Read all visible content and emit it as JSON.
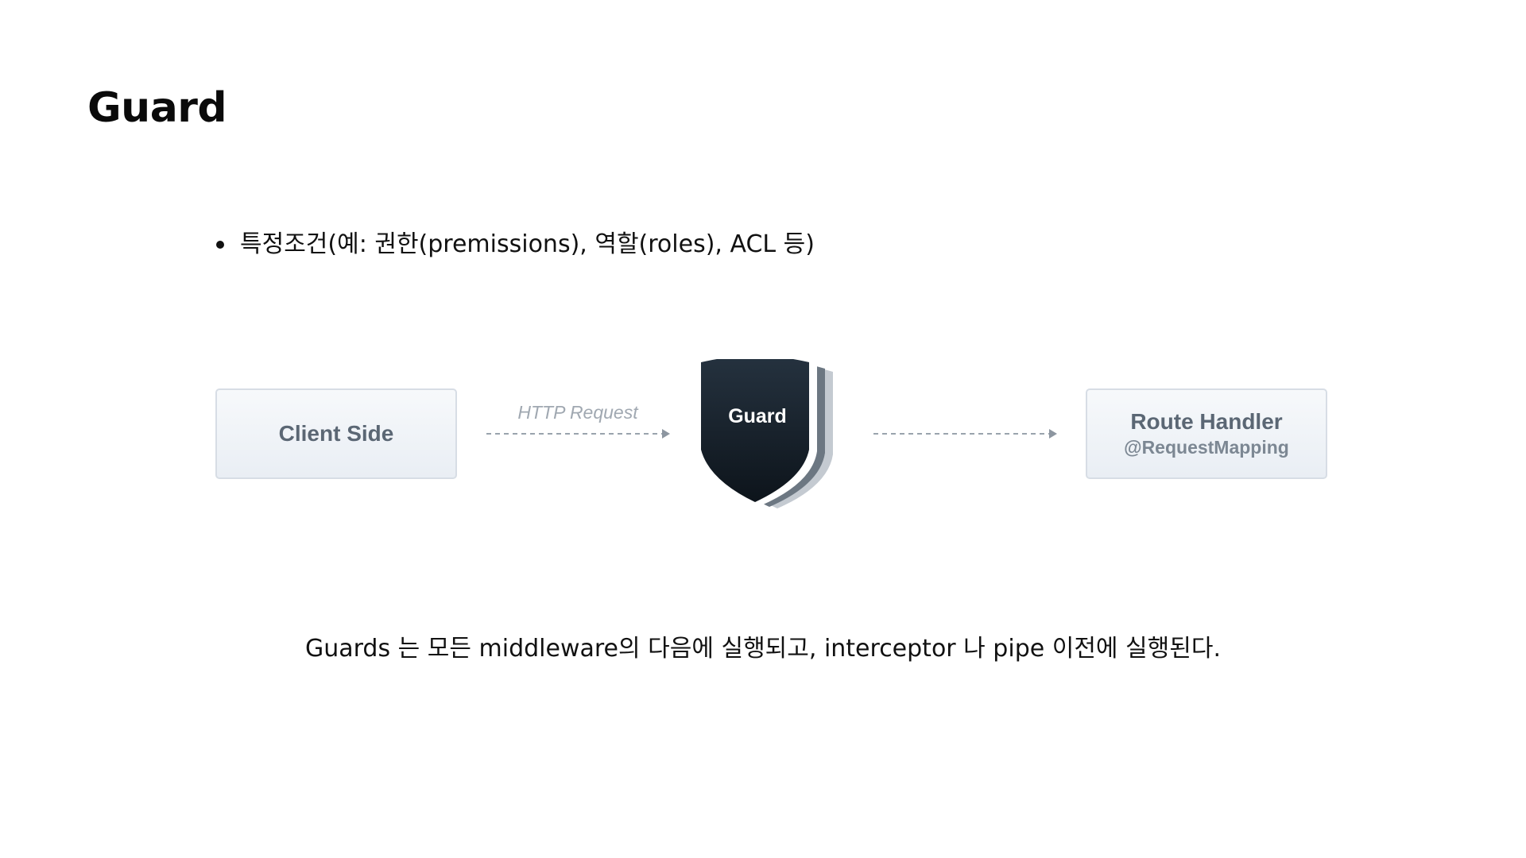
{
  "slide": {
    "title": "Guard",
    "bullets": [
      "특정조건(예: 권한(premissions), 역할(roles), ACL 등)"
    ],
    "caption": "Guards 는 모든 middleware의 다음에 실행되고, interceptor 나 pipe 이전에 실행된다."
  },
  "diagram": {
    "client_label": "Client Side",
    "arrow_label": "HTTP Request",
    "guard_label": "Guard",
    "route_label": "Route Handler",
    "route_sublabel": "@RequestMapping"
  },
  "colors": {
    "shield_dark": "#1b2733",
    "box_border": "#d7dde5",
    "box_text": "#5b6774",
    "arrow": "#9aa3ad"
  }
}
